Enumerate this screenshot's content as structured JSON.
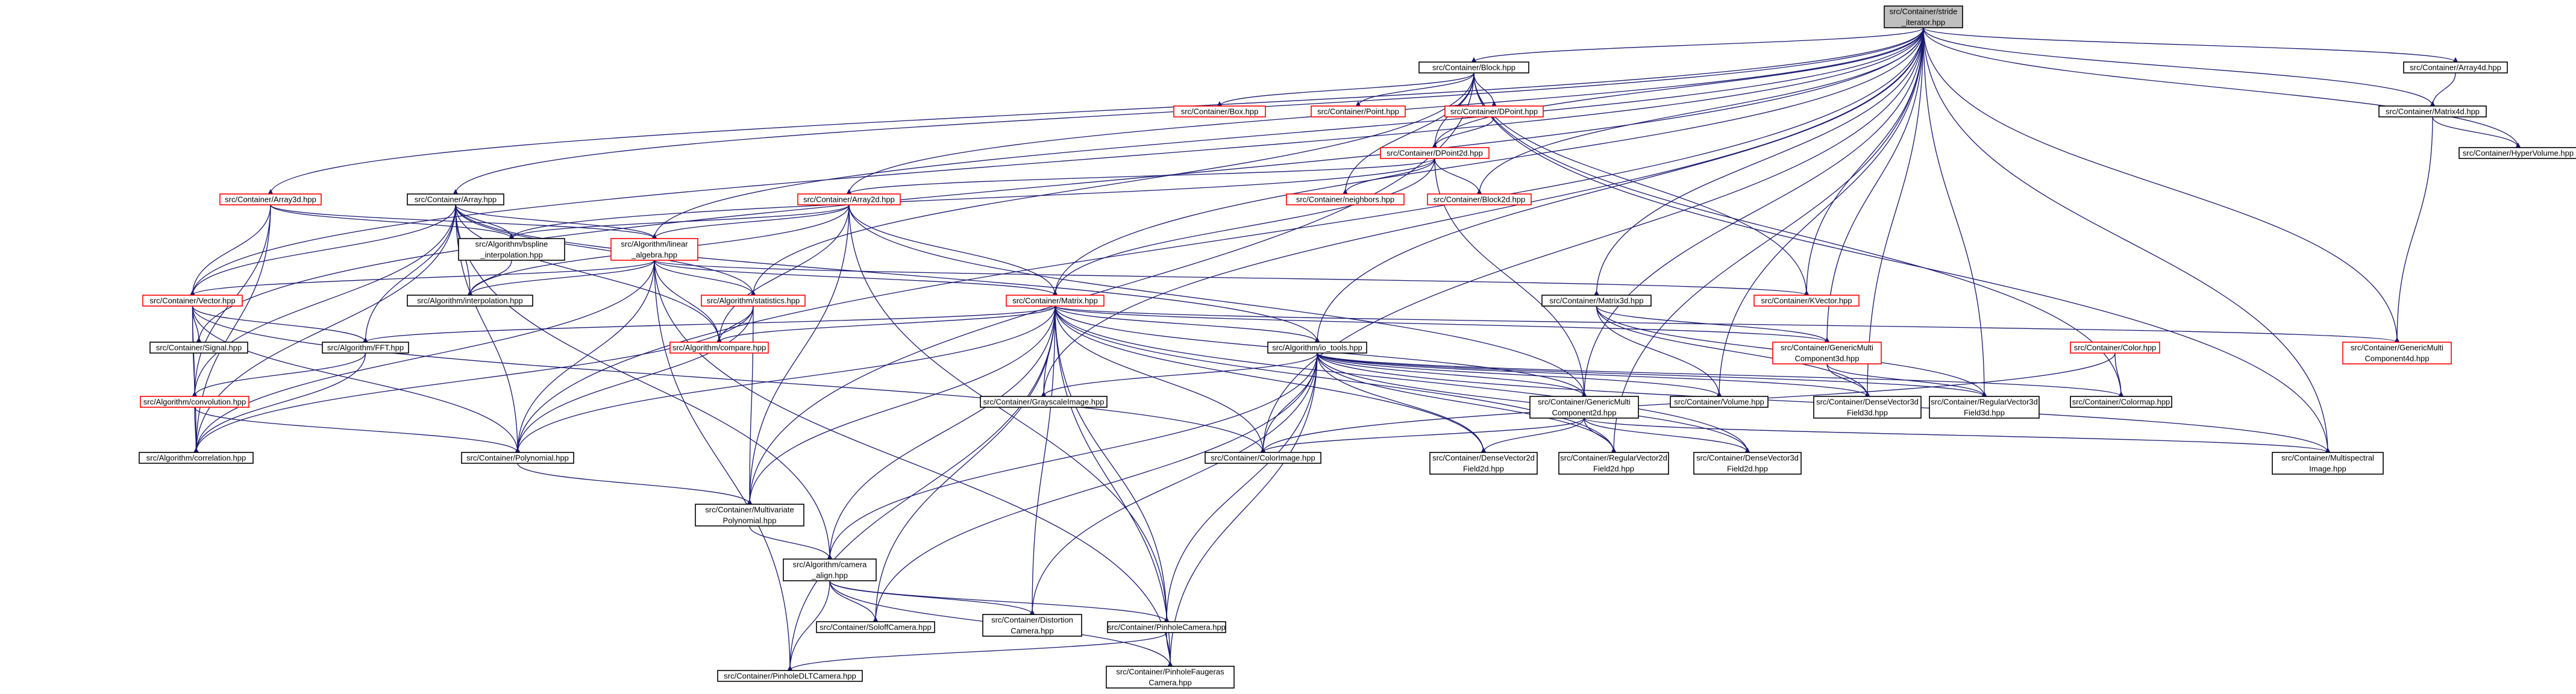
{
  "colors": {
    "edge": "#191970",
    "root_fill": "#bfbfbf",
    "node_fill": "#ffffff",
    "border_documented": "#000000",
    "border_undocumented": "#ff0000",
    "text": "#000000"
  },
  "nodes": {
    "stride": {
      "lines": [
        "src/Container/stride",
        "_iterator.hpp"
      ],
      "root": true
    },
    "block": {
      "lines": [
        "src/Container/Block.hpp"
      ],
      "border": "black"
    },
    "array4d": {
      "lines": [
        "src/Container/Array4d.hpp"
      ],
      "border": "black"
    },
    "matrix4d": {
      "lines": [
        "src/Container/Matrix4d.hpp"
      ],
      "border": "black"
    },
    "hypervol": {
      "lines": [
        "src/Container/HyperVolume.hpp"
      ],
      "border": "black"
    },
    "box": {
      "lines": [
        "src/Container/Box.hpp"
      ],
      "border": "red"
    },
    "point": {
      "lines": [
        "src/Container/Point.hpp"
      ],
      "border": "red"
    },
    "dpoint": {
      "lines": [
        "src/Container/DPoint.hpp"
      ],
      "border": "red"
    },
    "dpoint2d": {
      "lines": [
        "src/Container/DPoint2d.hpp"
      ],
      "border": "red"
    },
    "neighbors": {
      "lines": [
        "src/Container/neighbors.hpp"
      ],
      "border": "red"
    },
    "block2d": {
      "lines": [
        "src/Container/Block2d.hpp"
      ],
      "border": "red"
    },
    "array3d": {
      "lines": [
        "src/Container/Array3d.hpp"
      ],
      "border": "red"
    },
    "array2d": {
      "lines": [
        "src/Container/Array2d.hpp"
      ],
      "border": "red"
    },
    "array": {
      "lines": [
        "src/Container/Array.hpp"
      ],
      "border": "black"
    },
    "bspline": {
      "lines": [
        "src/Algorithm/bspline",
        "_interpolation.hpp"
      ],
      "border": "black"
    },
    "linalg": {
      "lines": [
        "src/Algorithm/linear",
        "_algebra.hpp"
      ],
      "border": "red"
    },
    "interp": {
      "lines": [
        "src/Algorithm/interpolation.hpp"
      ],
      "border": "black"
    },
    "vector": {
      "lines": [
        "src/Container/Vector.hpp"
      ],
      "border": "red"
    },
    "statistics": {
      "lines": [
        "src/Algorithm/statistics.hpp"
      ],
      "border": "red"
    },
    "matrix": {
      "lines": [
        "src/Container/Matrix.hpp"
      ],
      "border": "red"
    },
    "matrix3d": {
      "lines": [
        "src/Container/Matrix3d.hpp"
      ],
      "border": "black"
    },
    "kvector": {
      "lines": [
        "src/Container/KVector.hpp"
      ],
      "border": "red"
    },
    "gmc3d": {
      "lines": [
        "src/Container/GenericMulti",
        "Component3d.hpp"
      ],
      "border": "red"
    },
    "color": {
      "lines": [
        "src/Container/Color.hpp"
      ],
      "border": "red"
    },
    "gmc4d": {
      "lines": [
        "src/Container/GenericMulti",
        "Component4d.hpp"
      ],
      "border": "red"
    },
    "signal": {
      "lines": [
        "src/Container/Signal.hpp"
      ],
      "border": "black"
    },
    "fft": {
      "lines": [
        "src/Algorithm/FFT.hpp"
      ],
      "border": "black"
    },
    "compare": {
      "lines": [
        "src/Algorithm/compare.hpp"
      ],
      "border": "red"
    },
    "iotools": {
      "lines": [
        "src/Algorithm/io_tools.hpp"
      ],
      "border": "black"
    },
    "convolution": {
      "lines": [
        "src/Algorithm/convolution.hpp"
      ],
      "border": "red"
    },
    "grayscale": {
      "lines": [
        "src/Container/GrayscaleImage.hpp"
      ],
      "border": "black"
    },
    "gmc2d": {
      "lines": [
        "src/Container/GenericMulti",
        "Component2d.hpp"
      ],
      "border": "black"
    },
    "volume": {
      "lines": [
        "src/Container/Volume.hpp"
      ],
      "border": "black"
    },
    "dv3d": {
      "lines": [
        "src/Container/DenseVector3d",
        "Field3d.hpp"
      ],
      "border": "black"
    },
    "rv3d": {
      "lines": [
        "src/Container/RegularVector3d",
        "Field3d.hpp"
      ],
      "border": "black"
    },
    "colormap": {
      "lines": [
        "src/Container/Colormap.hpp"
      ],
      "border": "black"
    },
    "correlation": {
      "lines": [
        "src/Algorithm/correlation.hpp"
      ],
      "border": "black"
    },
    "polynomial": {
      "lines": [
        "src/Container/Polynomial.hpp"
      ],
      "border": "black"
    },
    "colorimage": {
      "lines": [
        "src/Container/ColorImage.hpp"
      ],
      "border": "black"
    },
    "dv2d": {
      "lines": [
        "src/Container/DenseVector2d",
        "Field2d.hpp"
      ],
      "border": "black"
    },
    "rv2d": {
      "lines": [
        "src/Container/RegularVector2d",
        "Field2d.hpp"
      ],
      "border": "black"
    },
    "dv3d2": {
      "lines": [
        "src/Container/DenseVector3d",
        "Field2d.hpp"
      ],
      "border": "black"
    },
    "multispectral": {
      "lines": [
        "src/Container/Multispectral",
        "Image.hpp"
      ],
      "border": "black"
    },
    "multipoly": {
      "lines": [
        "src/Container/Multivariate",
        "Polynomial.hpp"
      ],
      "border": "black"
    },
    "camalign": {
      "lines": [
        "src/Algorithm/camera",
        "_align.hpp"
      ],
      "border": "black"
    },
    "soloff": {
      "lines": [
        "src/Container/SoloffCamera.hpp"
      ],
      "border": "black"
    },
    "distortion": {
      "lines": [
        "src/Container/Distortion",
        "Camera.hpp"
      ],
      "border": "black"
    },
    "pinhole": {
      "lines": [
        "src/Container/PinholeCamera.hpp"
      ],
      "border": "black"
    },
    "pinholedlt": {
      "lines": [
        "src/Container/PinholeDLTCamera.hpp"
      ],
      "border": "black"
    },
    "pinholefau": {
      "lines": [
        "src/Container/PinholeFaugeras",
        "Camera.hpp"
      ],
      "border": "black"
    }
  }
}
